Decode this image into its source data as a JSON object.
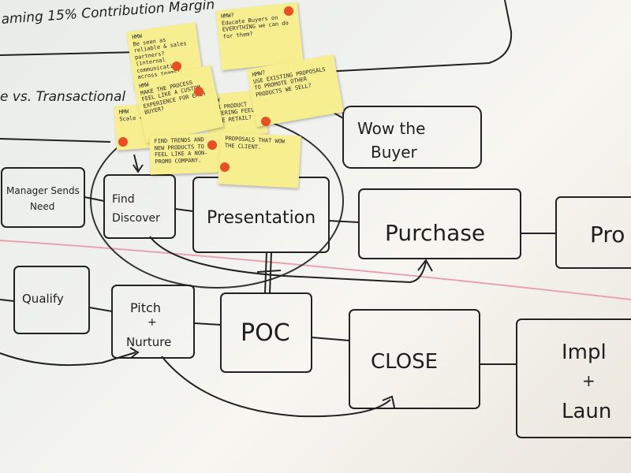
{
  "whiteboard": {
    "top_note": "aming 15% Contribution Margin",
    "left_note": "e vs. Transactional",
    "wow_box": "Wow the Buyer",
    "row1": {
      "manager": "Manager Sends Need",
      "find": "Find Discover",
      "presentation": "Presentation",
      "purchase": "Purchase",
      "pro": "Pro"
    },
    "row2": {
      "qualify": "Qualify",
      "pitch": "Pitch + Nurture",
      "poc": "POC",
      "close": "CLOSE",
      "implement": "Impl + Laun"
    }
  },
  "stickies": [
    {
      "id": "s1",
      "text": "HMW\nBe seen as reliable & sales partners?\n(internal communication across teams)"
    },
    {
      "id": "s2",
      "text": "HMW?\nEducate Buyers on EVERYTHING we can do for them?"
    },
    {
      "id": "s3",
      "text": "HMW\nMAKE THE PROCESS FEEL LIKE A CUSTOM EXPERIENCE FOR EACH BUYER?"
    },
    {
      "id": "s4",
      "text": "HMW\nScale + service"
    },
    {
      "id": "s5",
      "text": "HMW\nOUR PRODUCT OFFERING FEEL MORE RETAIL?"
    },
    {
      "id": "s6",
      "text": "HMW?\nUSE EXISTING PROPOSALS TO PROMOTE OTHER PRODUCTS WE SELL?"
    },
    {
      "id": "s7",
      "text": "FIND TRENDS AND NEW PRODUCTS TO FEEL LIKE A NON-PROMO COMPANY."
    },
    {
      "id": "s8",
      "text": "PROPOSALS THAT WOW THE CLIENT."
    }
  ]
}
